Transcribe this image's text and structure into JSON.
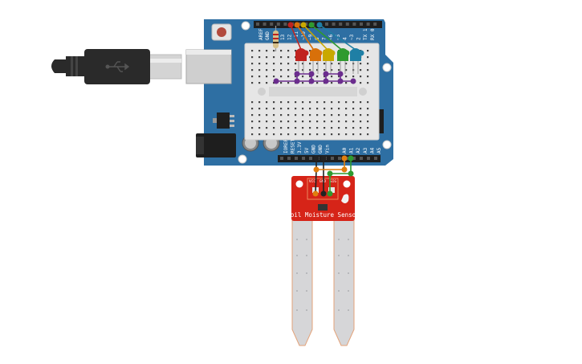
{
  "board": {
    "digital_labels": [
      "13",
      "12",
      "~11",
      "~10",
      "~9",
      "8",
      "7",
      "~6",
      "~5",
      "4",
      "~3",
      "2",
      "TX 1",
      "RX 0"
    ],
    "analog_labels": [
      "A0",
      "A1",
      "A2",
      "A3",
      "A4",
      "A5"
    ],
    "power_labels": [
      "IOREF",
      "RESET",
      "3.3V",
      "5V",
      "GND",
      "GND",
      "Vin"
    ],
    "misc_labels": [
      "AREF",
      "GND"
    ]
  },
  "sensor": {
    "title": "Soil Moisture Sensor",
    "pins": [
      "VCC",
      "GND",
      "SIG"
    ]
  },
  "colors": {
    "board_blue": "#2e6fa3",
    "breadboard": "#e8e8e8",
    "led_red": "#c0231f",
    "led_orange": "#d8700a",
    "led_yellow": "#c9a800",
    "led_green": "#2f9a2f",
    "led_blue": "#1f7fa5",
    "wire_purple": "#6b2d8e",
    "wire_orange": "#e07e0e",
    "wire_green": "#2f9a2f",
    "wire_black": "#222222",
    "sensor_red": "#d62418",
    "probe_grey": "#d6d6d8"
  },
  "icons": [
    "usb-icon"
  ]
}
